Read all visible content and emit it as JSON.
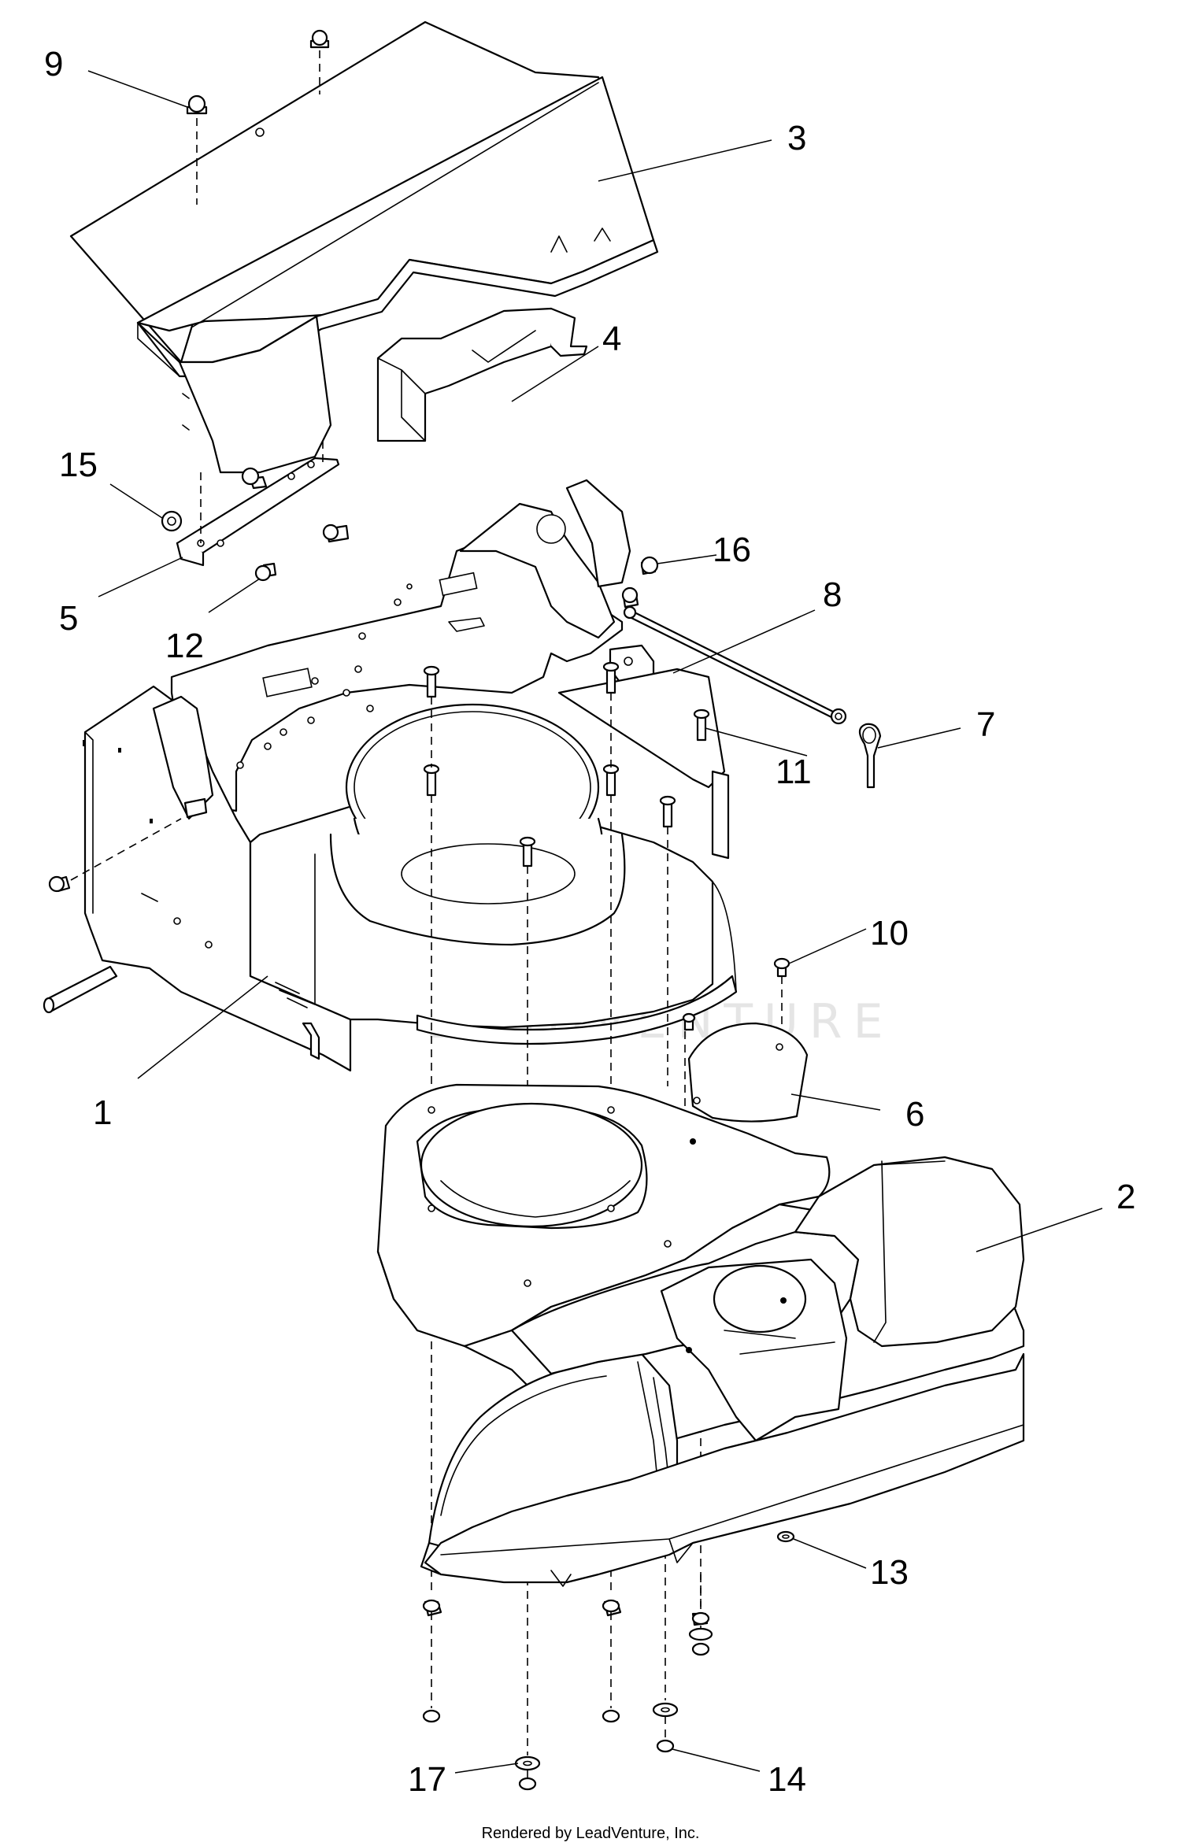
{
  "watermark": "LEADVENTURE",
  "footer": "Rendered by LeadVenture, Inc.",
  "callouts": [
    "1",
    "2",
    "3",
    "4",
    "5",
    "6",
    "7",
    "8",
    "9",
    "10",
    "11",
    "12",
    "13",
    "14",
    "15",
    "16",
    "17"
  ]
}
